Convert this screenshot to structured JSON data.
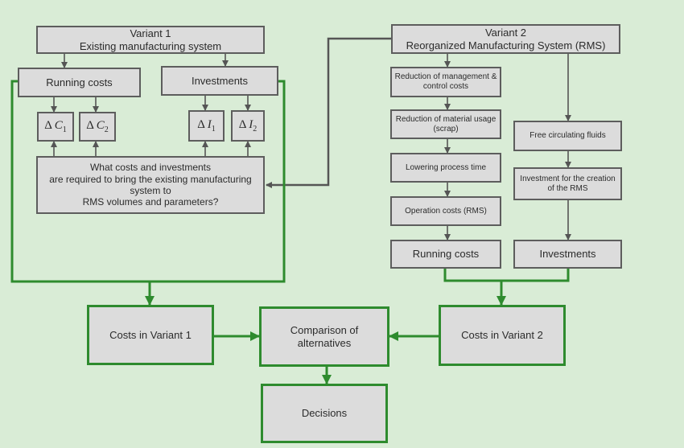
{
  "variant1": {
    "title": "Variant 1",
    "subtitle": "Existing manufacturing system",
    "running_costs": "Running costs",
    "investments": "Investments",
    "delta": "Δ",
    "symbols": [
      {
        "var": "C",
        "sub": "1"
      },
      {
        "var": "C",
        "sub": "2"
      },
      {
        "var": "I",
        "sub": "1"
      },
      {
        "var": "I",
        "sub": "2"
      }
    ],
    "question": [
      "What costs and investments",
      "are required to bring the existing manufacturing",
      "system to",
      "RMS volumes and parameters?"
    ]
  },
  "variant2": {
    "title": "Variant 2",
    "subtitle": "Reorganized Manufacturing System (RMS)",
    "steps": [
      [
        "Reduction of management &",
        "control costs"
      ],
      [
        "Reduction of material usage",
        "(scrap)"
      ],
      [
        "Lowering process time"
      ],
      [
        "Operation costs (RMS)"
      ]
    ],
    "fluids": "Free circulating fluids",
    "investment_creation": [
      "Investment for the creation",
      "of the RMS"
    ],
    "running_costs": "Running costs",
    "investments": "Investments"
  },
  "bottom": {
    "costs_v1": "Costs in Variant 1",
    "costs_v2": "Costs in Variant 2",
    "comparison": [
      "Comparison of",
      "alternatives"
    ],
    "decisions": "Decisions"
  },
  "colors": {
    "background": "#d9ecd6",
    "box_fill": "#dcdcdc",
    "box_border": "#5d5d5d",
    "green_line": "#2e8b2e",
    "arrow_gray": "#555555"
  }
}
